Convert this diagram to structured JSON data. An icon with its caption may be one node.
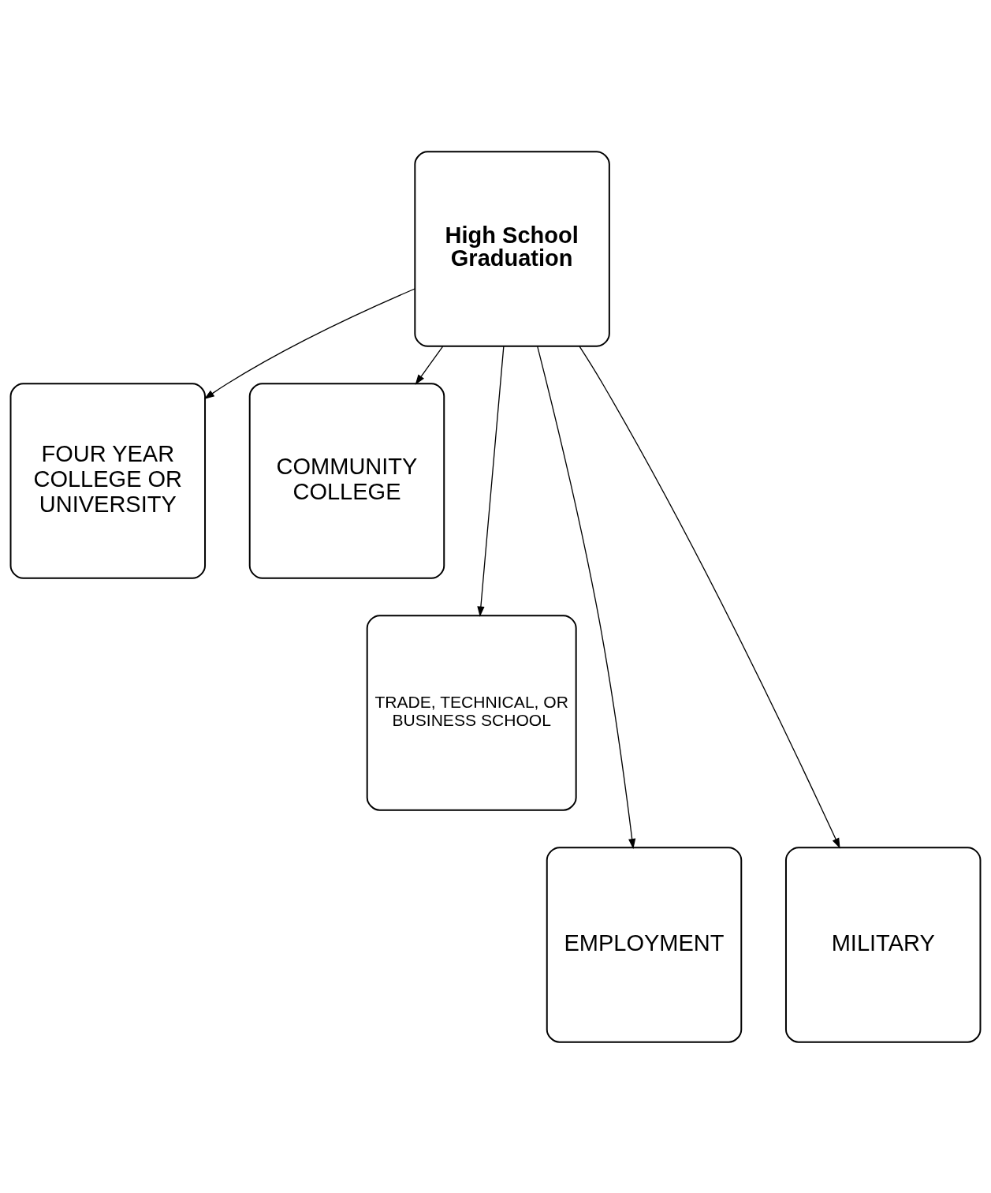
{
  "diagram": {
    "nodes": [
      {
        "text": [
          "High School Graduation"
        ]
      },
      {
        "text": [
          "FOUR YEAR COLLEGE OR UNIVERSITY"
        ]
      },
      {
        "text": [
          "COMMUNITY COLLEGE"
        ]
      },
      {
        "text": [
          "TRADE, TECHNICAL, OR BUSINESS SCHOOL"
        ]
      },
      {
        "text": [
          "EMPLOYMENT"
        ]
      },
      {
        "text": [
          "MILITARY"
        ]
      }
    ],
    "edges": [
      {
        "from": 0,
        "to": 1,
        "arrow": "to"
      },
      {
        "from": 0,
        "to": 4,
        "arrow": "to"
      },
      {
        "from": 0,
        "to": 3,
        "arrow": "to"
      },
      {
        "from": 0,
        "to": 5,
        "arrow": "to"
      },
      {
        "from": 0,
        "to": 2,
        "arrow": "to"
      }
    ]
  }
}
